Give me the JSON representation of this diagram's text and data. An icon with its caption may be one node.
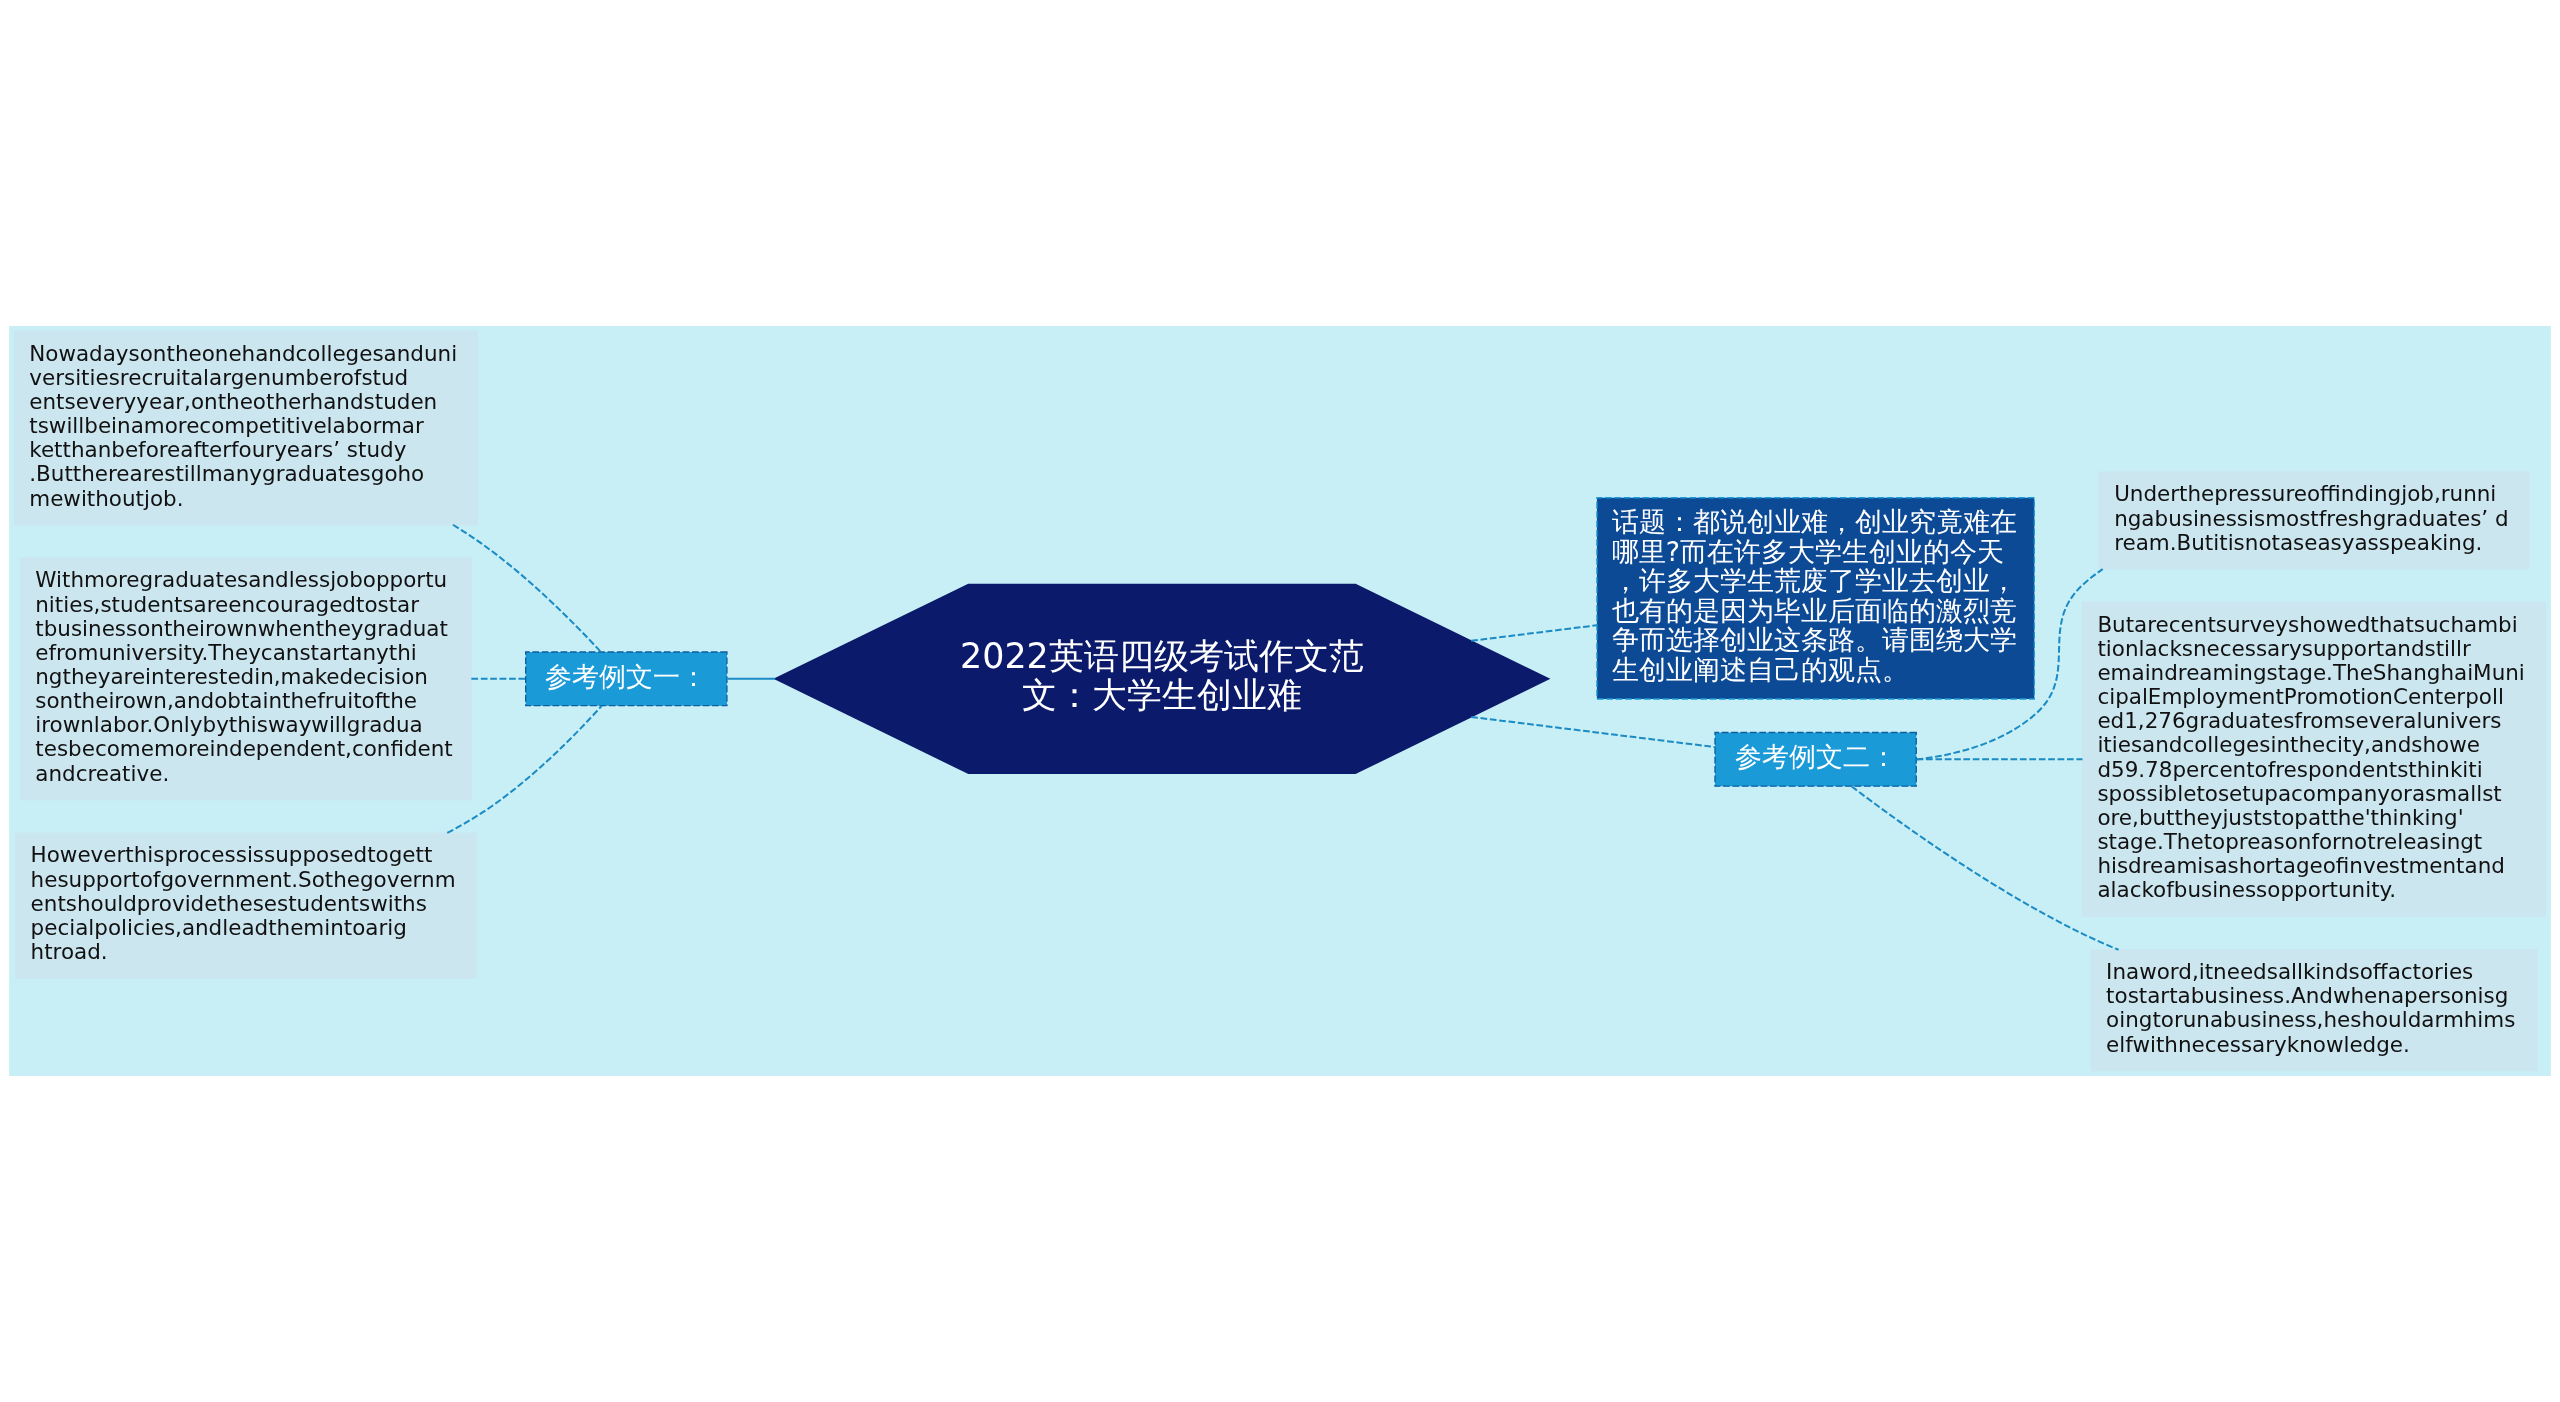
{
  "diagram": {
    "nodes": [
      {
        "text": [
          "2022英语四级考试作文范文：大学生创业难"
        ]
      },
      {
        "text": [
          "参考例文一："
        ]
      },
      {
        "text": [
          "Nowadaysontheonehandcollegesanduniversitiesrecruitalargenumberofstudentseveryyear,ontheotherhandstudentswillbeinamorecompetitivelabormarketthanbeforeafterfouryears’ study.Buttherearestillmanygraduatesgohomewithoutjob."
        ]
      },
      {
        "text": [
          "Withmoregraduatesandlessjobopportunities,studentsareencouragedtostartbusinessontheirownwhentheygraduatefromuniversity.Theycanstartanythingtheyareinterestedin,makedecisionsontheirown,andobtainthefruitoftheirownlabor.Onlybythiswaywillgraduatesbecomemoreindependent,confidentandcreative."
        ]
      },
      {
        "text": [
          "Howeverthisprocessissupposedtogetthesupportofgovernment.Sothegovernmentshouldprovidethesestudentswithspecialpolicies,andleadthemintoarightroad."
        ]
      },
      {
        "text": [
          "话题：都说创业难，创业究竟难在哪里?而在许多大学生创业的今天，许多大学生荒废了学业去创业，也有的是因为毕业后面临的激烈竞争而选择创业这条路。请围绕大学生创业阐述自己的观点。"
        ]
      },
      {
        "text": [
          "参考例文二："
        ]
      },
      {
        "text": [
          "Underthepressureoffindingjob,runningabusinessismostfreshgraduates’ dream.Butitisnotaseasyasspeaking."
        ]
      },
      {
        "text": [
          "Butarecentsurveyshowedthatsuchambitionlacksnecessarysupportandstillremaindreamingstage.TheShanghaiMunicipalEmploymentPromotionCenterpolled1,276graduatesfromseveraluniversitiesandcollegesinthecity,andshowed59.78percentofrespondentsthinkitispossibletosetupacompanyorasmallstore,buttheyjuststopatthe'thinking'stage.Thetopreasonfornotreleasingthisdreamisashortageofinvestmentandalackofbusinessopportunity."
        ]
      },
      {
        "text": [
          "Inaword,itneedsallkindsoffactoriestostartabusiness.Andwhenapersonisgoingtorunabusiness,heshouldarmhimselfwithnecessaryknowledge."
        ]
      }
    ],
    "edges": [
      {
        "from": 0,
        "to": 1,
        "arrow": "none"
      },
      {
        "from": 1,
        "to": 2,
        "arrow": "none",
        "style": "dashed"
      },
      {
        "from": 1,
        "to": 3,
        "arrow": "none",
        "style": "dashed"
      },
      {
        "from": 1,
        "to": 4,
        "arrow": "none",
        "style": "dashed"
      },
      {
        "from": 0,
        "to": 5,
        "arrow": "none",
        "style": "dashed"
      },
      {
        "from": 0,
        "to": 6,
        "arrow": "none",
        "style": "dashed"
      },
      {
        "from": 6,
        "to": 7,
        "arrow": "none",
        "style": "dashed"
      },
      {
        "from": 6,
        "to": 8,
        "arrow": "none",
        "style": "dashed"
      },
      {
        "from": 6,
        "to": 9,
        "arrow": "none",
        "style": "dashed"
      }
    ]
  }
}
